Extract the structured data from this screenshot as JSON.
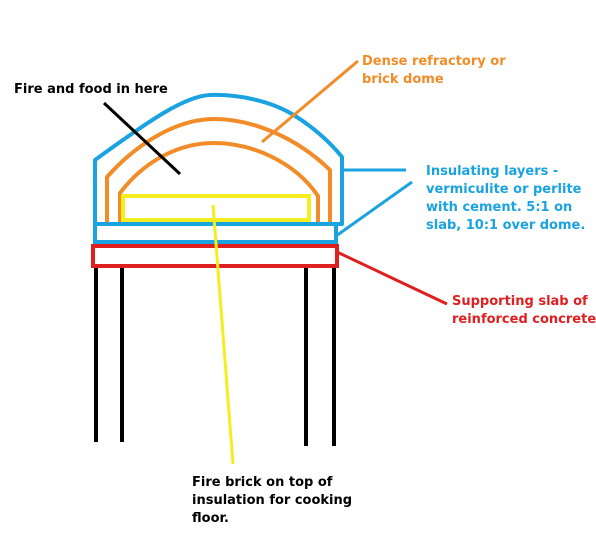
{
  "colors": {
    "background": "#ffffff",
    "fire_food": "#000000",
    "dome": "#f28c28",
    "insulation": "#1aa3e0",
    "slab": "#e02020",
    "fire_brick": "#f5ee1e",
    "legs": "#000000"
  },
  "labels": {
    "fire_food": {
      "lines": [
        "Fire and food in here"
      ]
    },
    "dome": {
      "lines": [
        "Dense refractory or",
        "brick dome"
      ]
    },
    "insulation": {
      "lines": [
        "Insulating layers -",
        "vermiculite or perlite",
        "with cement. 5:1 on",
        "slab, 10:1 over dome."
      ]
    },
    "slab": {
      "lines": [
        "Supporting slab of",
        "reinforced concrete."
      ]
    },
    "fire_brick": {
      "lines": [
        "Fire brick on top of",
        "insulation for cooking",
        "floor."
      ]
    }
  }
}
